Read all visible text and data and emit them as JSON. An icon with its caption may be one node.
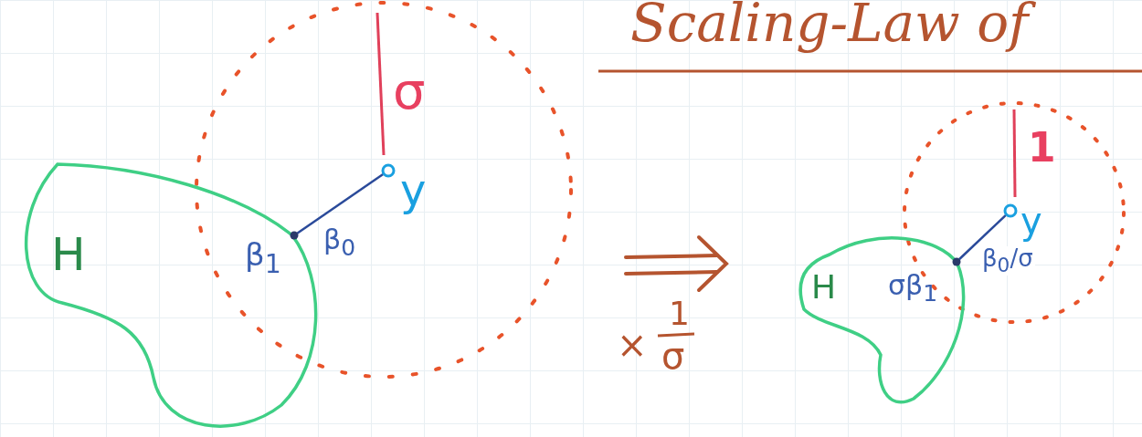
{
  "diagram": {
    "title": "Scaling-Law of",
    "nodes": [
      {
        "text": [
          "H"
        ]
      },
      {
        "text": [
          "y"
        ]
      },
      {
        "text": [
          "β$_{1}$"
        ]
      },
      {
        "text": [
          "H"
        ]
      },
      {
        "text": [
          "y"
        ]
      },
      {
        "text": [
          "σβ$_{1}$"
        ]
      }
    ],
    "edges": [
      {
        "from": 2,
        "to": 1,
        "arrow": "none",
        "label": "β$_{0}$"
      },
      {
        "from": 5,
        "to": 4,
        "arrow": "none",
        "label": "β$_{0}$/σ"
      }
    ],
    "labels": [
      "σ",
      "×",
      "1",
      "σ",
      "1"
    ]
  }
}
